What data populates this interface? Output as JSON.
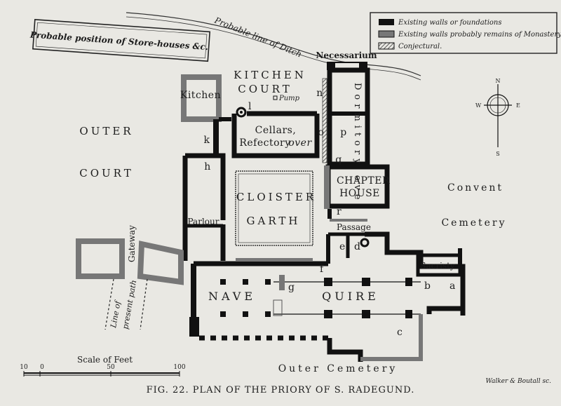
{
  "legend": {
    "existing": "Existing walls or foundations",
    "monastery": "Existing walls probably remains of Monastery",
    "conjectural": "Conjectural."
  },
  "store_houses": "Probable position of Store-houses &c.",
  "ditch": "Probable line of Ditch",
  "rooms": {
    "necessarium": "Necessarium",
    "kitchen_court_1": "KITCHEN",
    "kitchen_court_2": "COURT",
    "pump": "Pump",
    "kitchen": "Kitchen",
    "cellars": "Cellars,",
    "refectory": "Refectory",
    "refectory_over": "over",
    "dormitory_over": "Dormitory over",
    "chapter_1": "CHAPTER",
    "chapter_2": "HOUSE",
    "passage": "Passage",
    "cloister_1": "CLOISTER",
    "cloister_2": "GARTH",
    "parlour": "Parlour",
    "gateway": "Gateway",
    "present_path_1": "Line of",
    "present_path_2": "present path",
    "nave": "NAVE",
    "quire": "QUIRE",
    "sacristy": "Sacristy"
  },
  "areas": {
    "outer_court_1": "OUTER",
    "outer_court_2": "COURT",
    "convent_1": "Convent",
    "convent_2": "Cemetery",
    "outer_cemetery": "Outer Cemetery"
  },
  "letters": {
    "k": "k",
    "h": "h",
    "l": "l",
    "n": "n",
    "o": "o",
    "p": "p",
    "q": "q",
    "r": "r",
    "e": "e",
    "d": "d",
    "f": "f",
    "g": "g",
    "b": "b",
    "a": "a",
    "c": "c"
  },
  "compass": {
    "n": "N",
    "s": "S",
    "e": "E",
    "w": "W"
  },
  "scale": {
    "title": "Scale of Feet",
    "ticks": [
      "10",
      "0",
      "50",
      "100"
    ]
  },
  "caption": "FIG. 22.  PLAN OF THE PRIORY OF S. RADEGUND.",
  "engraver": "Walker & Boutall sc."
}
